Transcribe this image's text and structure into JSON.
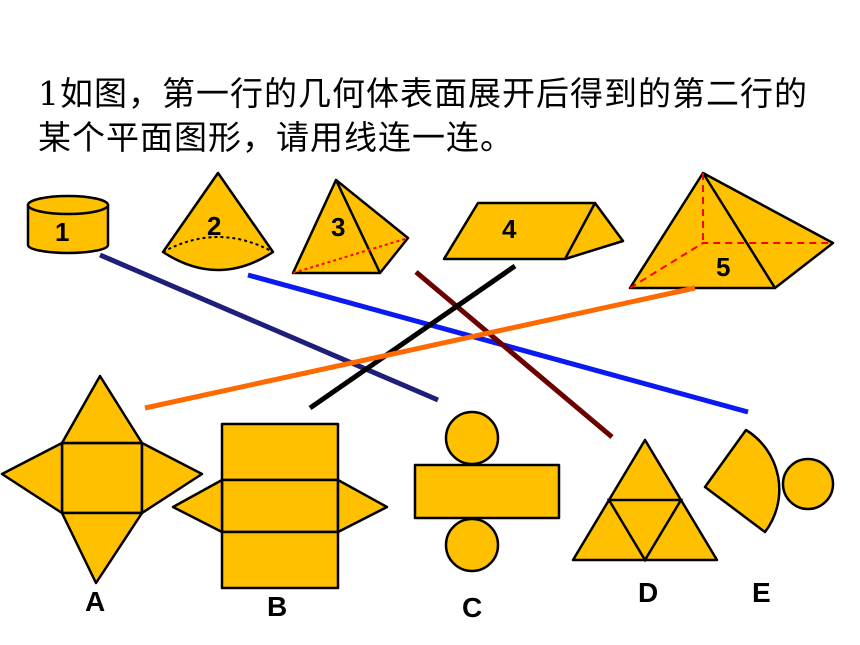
{
  "question": {
    "text": "1如图，第一行的几何体表面展开后得到的第二行的某个平面图形，请用线连一连。"
  },
  "solids": [
    {
      "label": "1",
      "icon": "cylinder"
    },
    {
      "label": "2",
      "icon": "cone"
    },
    {
      "label": "3",
      "icon": "triangular-pyramid"
    },
    {
      "label": "4",
      "icon": "triangular-prism"
    },
    {
      "label": "5",
      "icon": "square-pyramid"
    }
  ],
  "nets": [
    {
      "label": "A",
      "icon": "square-pyramid-net"
    },
    {
      "label": "B",
      "icon": "triangular-prism-net"
    },
    {
      "label": "C",
      "icon": "cylinder-net"
    },
    {
      "label": "D",
      "icon": "triangular-pyramid-net"
    },
    {
      "label": "E",
      "icon": "cone-net"
    }
  ],
  "matches": [
    {
      "from": "1",
      "to": "C",
      "color": "#1F1F7A"
    },
    {
      "from": "2",
      "to": "E",
      "color": "#0A1AF0"
    },
    {
      "from": "3",
      "to": "D",
      "color": "#6B0000"
    },
    {
      "from": "4",
      "to": "B",
      "color": "#000000"
    },
    {
      "from": "5",
      "to": "A",
      "color": "#FF6A00"
    }
  ],
  "colors": {
    "shape_fill": "#FFC000",
    "dashed_edge": "#FF0000"
  }
}
